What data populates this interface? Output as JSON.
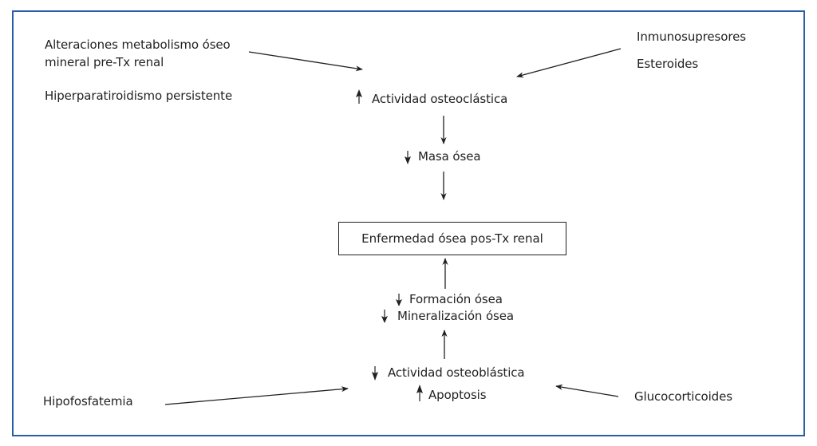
{
  "diagram": {
    "title_box": "Enfermedad ósea pos-Tx renal",
    "top_left_causes": [
      "Alteraciones metabolismo óseo",
      "mineral pre-Tx renal",
      "Hiperparatiroidismo persistente"
    ],
    "top_right_causes": [
      "Inmunosupresores",
      "Esteroides"
    ],
    "upper_chain": [
      {
        "direction": "up",
        "label": "Actividad osteoclástica"
      },
      {
        "direction": "down",
        "label": "Masa ósea"
      }
    ],
    "lower_chain": [
      {
        "direction": "down",
        "label": "Formación ósea"
      },
      {
        "direction": "down",
        "label": "Mineralización ósea"
      },
      {
        "direction": "down",
        "label": "Actividad osteoblástica"
      },
      {
        "direction": "up",
        "label": "Apoptosis"
      }
    ],
    "bottom_left_cause": "Hipofosfatemia",
    "bottom_right_cause": "Glucocorticoides",
    "colors": {
      "border": "#2a5fa8",
      "ink": "#231f20"
    }
  }
}
